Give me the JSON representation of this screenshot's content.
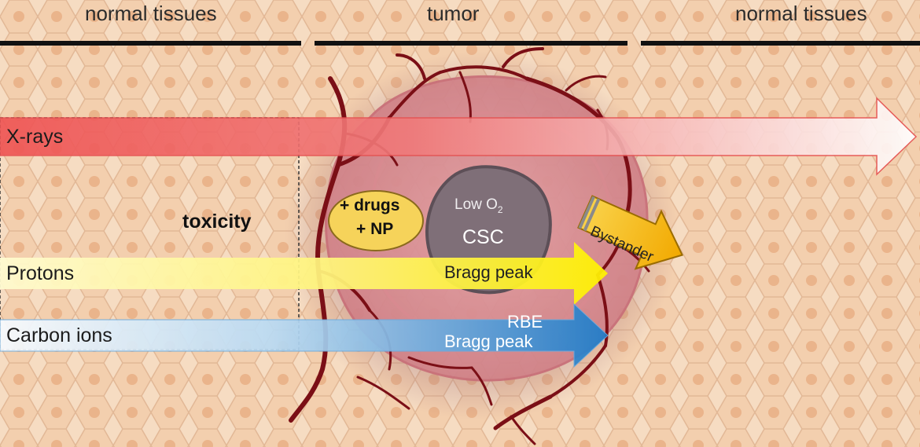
{
  "regions": {
    "left": "normal tissues",
    "center": "tumor",
    "right": "normal tissues"
  },
  "beams": {
    "xrays": "X-rays",
    "protons": "Protons",
    "carbon": "Carbon ions"
  },
  "annotations": {
    "toxicity": "toxicity",
    "drugs_line1": "+ drugs",
    "drugs_line2": "+ NP",
    "low_o2_prefix": "Low O",
    "low_o2_sub": "2",
    "csc": "CSC",
    "bragg_proton": "Bragg peak",
    "rbe": "RBE",
    "bragg_carbon": "Bragg peak",
    "bystander": "Bystander"
  },
  "colors": {
    "tissue_bg": "#f6dcc2",
    "cell_fill": "#f3cfae",
    "nucleus": "#eab48b",
    "xray_beam": "#ef5b5b",
    "proton_beam": "#fff200",
    "carbon_beam": "#1f7cc9",
    "bystander_arrow": "#f5b301",
    "vessel": "#7b0f16",
    "csc": "#7f6f78"
  }
}
